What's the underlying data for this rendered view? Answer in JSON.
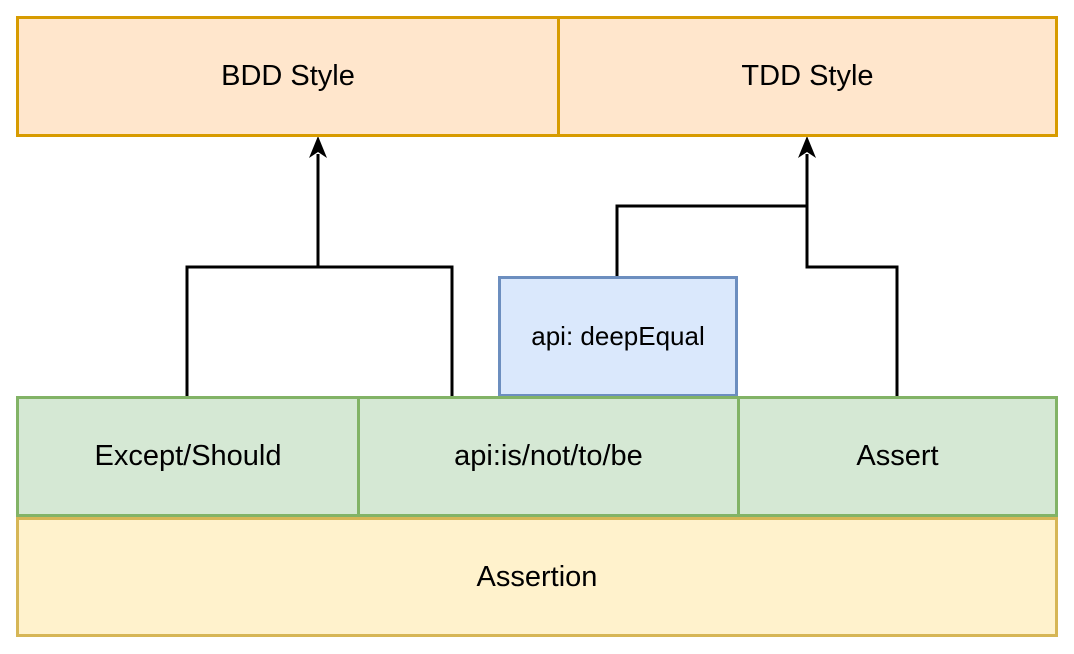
{
  "nodes": {
    "bdd": {
      "label": "BDD Style",
      "fill": "#ffe6cc",
      "border": "#d79b00"
    },
    "tdd": {
      "label": "TDD Style",
      "fill": "#ffe6cc",
      "border": "#d79b00"
    },
    "deep_equal": {
      "label": "api: deepEqual",
      "fill": "#dae8fc",
      "border": "#6c8ebf"
    },
    "except_should": {
      "label": "Except/Should",
      "fill": "#d5e8d4",
      "border": "#82b366"
    },
    "api_is_not_to_be": {
      "label": "api:is/not/to/be",
      "fill": "#d5e8d4",
      "border": "#82b366"
    },
    "assert": {
      "label": "Assert",
      "fill": "#d5e8d4",
      "border": "#82b366"
    },
    "assertion": {
      "label": "Assertion",
      "fill": "#fff2cc",
      "border": "#d6b656"
    }
  },
  "connectors": {
    "color": "#000000",
    "edges": [
      {
        "from": "except_should",
        "to": "bdd",
        "style": "arrow-up"
      },
      {
        "from": "api_is_not_to_be",
        "to": "bdd",
        "style": "arrow-up"
      },
      {
        "from": "deep_equal",
        "to": "tdd",
        "style": "arrow-up"
      },
      {
        "from": "assert",
        "to": "tdd",
        "style": "arrow-up"
      }
    ]
  }
}
